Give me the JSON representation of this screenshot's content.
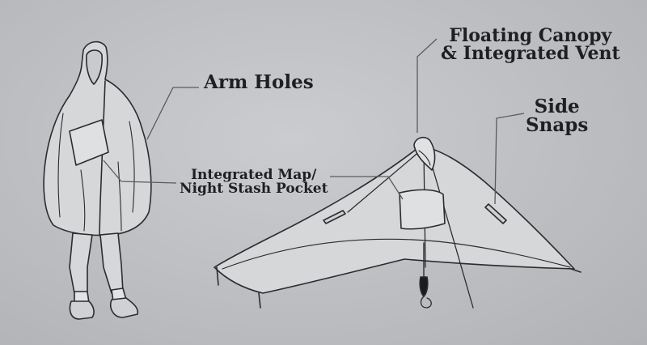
{
  "labels": {
    "arm_holes": "Arm Holes",
    "map_pocket": [
      "Integrated Map/",
      "Night Stash Pocket"
    ],
    "canopy": [
      "Floating Canopy",
      "& Integrated  Vent"
    ],
    "side_snaps": [
      "Side",
      "Snaps"
    ]
  },
  "colors": {
    "background": "#bdbec1",
    "outline": "#2b2c2f",
    "fill": "#d6d7d9",
    "text": "#1e1f22",
    "leader": "#5a5b5e"
  }
}
